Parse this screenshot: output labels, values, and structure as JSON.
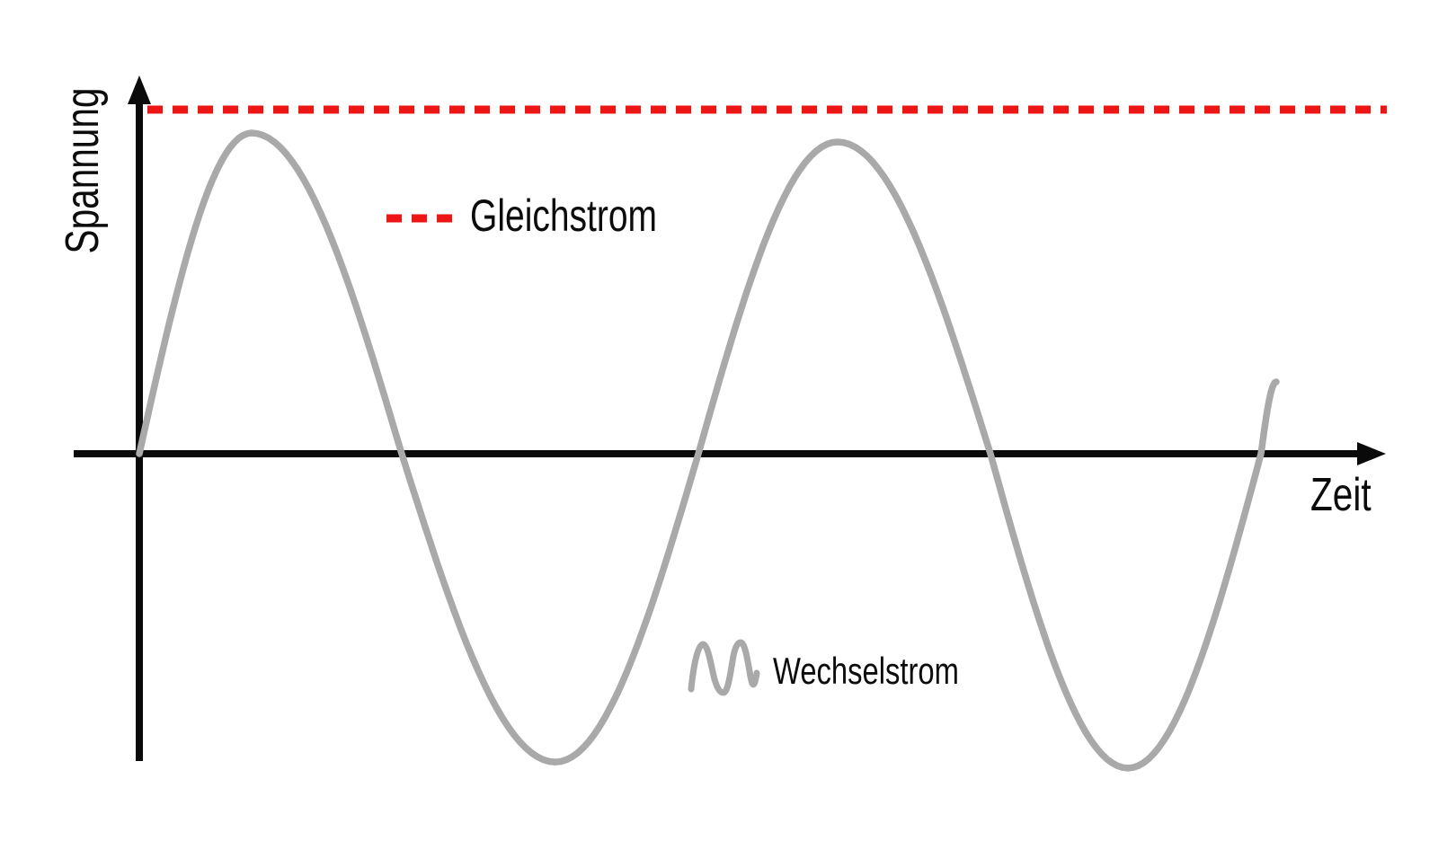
{
  "figure": {
    "background_color": "#ffffff",
    "axis_color": "#0a0a0a",
    "dc_color": "#ee1515",
    "ac_color": "#a9a9a9"
  },
  "chart_data": {
    "type": "line",
    "title": "",
    "xlabel": "Zeit",
    "ylabel": "Spannung",
    "grid": false,
    "legend_position": "inline-annotations",
    "x_axis": {
      "ticks": [],
      "shown_range_periods": 2.0
    },
    "y_axis": {
      "ticks": [],
      "amplitude_units": 1
    },
    "series": [
      {
        "name": "Gleichstrom",
        "style": "dashed",
        "color": "#ee1515",
        "value": 1.073,
        "description": "constant DC voltage level, horizontal dashed line"
      },
      {
        "name": "Wechselstrom",
        "style": "solid",
        "color": "#a9a9a9",
        "description": "sinusoidal AC voltage, ~2 periods shown",
        "keypoints": [
          {
            "t": 0.0,
            "v": 0.0,
            "kind": "zero"
          },
          {
            "t": 0.0988,
            "v": 1.0,
            "kind": "peak"
          },
          {
            "t": 0.2308,
            "v": 0.0,
            "kind": "zero"
          },
          {
            "t": 0.366,
            "v": -0.961,
            "kind": "trough"
          },
          {
            "t": 0.4917,
            "v": 0.0,
            "kind": "zero"
          },
          {
            "t": 0.6142,
            "v": 0.972,
            "kind": "peak"
          },
          {
            "t": 0.7486,
            "v": 0.0,
            "kind": "zero"
          },
          {
            "t": 0.8696,
            "v": -0.98,
            "kind": "trough"
          },
          {
            "t": 0.9866,
            "v": 0.0,
            "kind": "zero"
          },
          {
            "t": 1.0,
            "v": 0.224,
            "kind": "end"
          }
        ]
      }
    ]
  },
  "legend": {
    "dc_swatch": "dashed-line-icon",
    "ac_swatch": "sine-wave-icon"
  }
}
